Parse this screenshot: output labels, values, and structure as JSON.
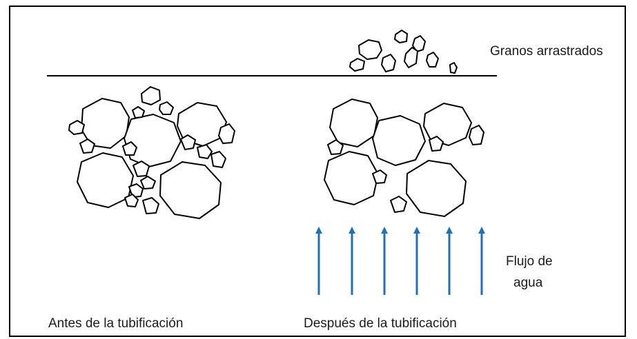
{
  "labels": {
    "eroded_grains": "Granos arrastrados",
    "water_flow_line1": "Flujo de",
    "water_flow_line2": "agua",
    "before": "Antes de la tubificación",
    "after": "Después de la tubificación"
  },
  "colors": {
    "outline": "#000000",
    "arrow": "#1f6fbf",
    "background": "#ffffff"
  },
  "flow_arrow_count": 6
}
